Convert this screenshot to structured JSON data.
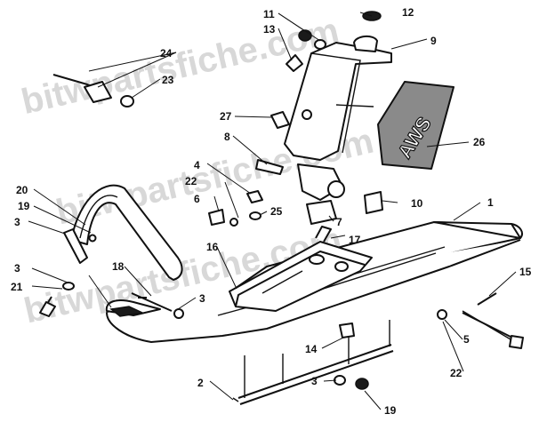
{
  "watermark": "bitwpartsfiche.com",
  "decal_text": "AWS",
  "callouts": [
    "1",
    "2",
    "3",
    "3",
    "3",
    "3",
    "4",
    "5",
    "6",
    "7",
    "8",
    "9",
    "10",
    "11",
    "12",
    "13",
    "14",
    "15",
    "16",
    "17",
    "18",
    "19",
    "19",
    "20",
    "21",
    "22",
    "22",
    "23",
    "24",
    "25",
    "26",
    "27"
  ]
}
